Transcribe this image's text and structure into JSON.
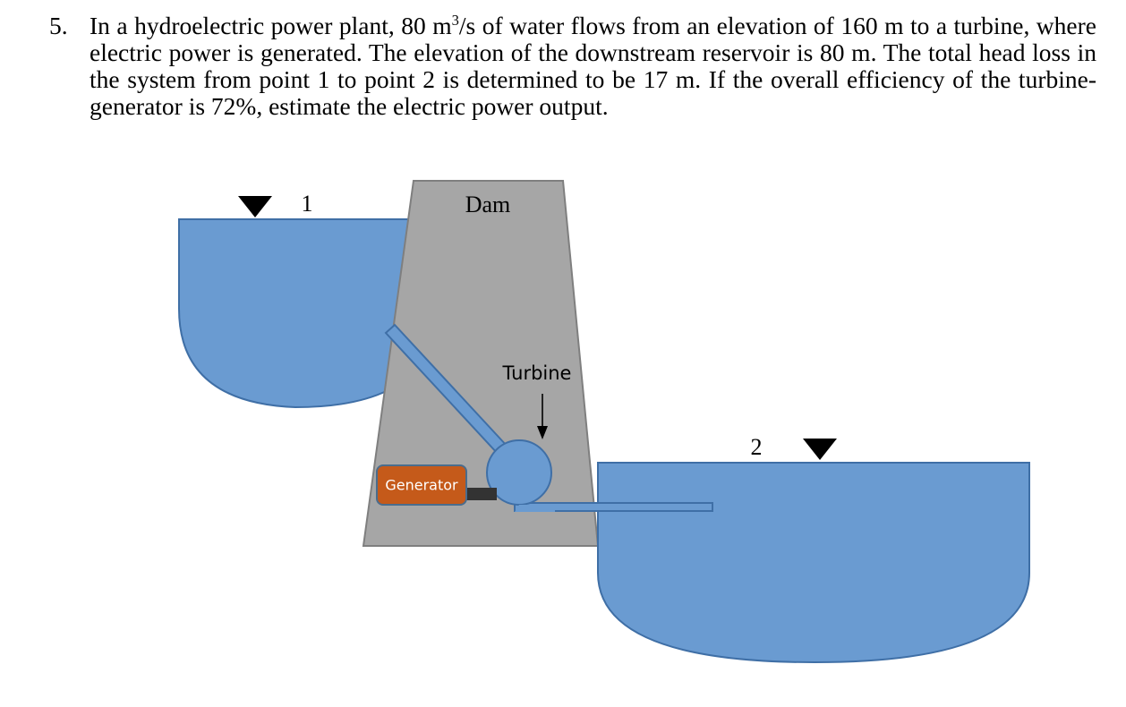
{
  "problem": {
    "number": "5.",
    "text_part1": "In a hydroelectric power plant, 80 m",
    "superscript": "3",
    "text_part2": "/s of water flows from an elevation of 160 m to a turbine, where electric power is generated. The elevation of the downstream reservoir is 80 m. The total head loss in the system from point 1 to point 2 is determined to be 17 m. If the overall efficiency of the turbine-generator is 72%, estimate the electric power output."
  },
  "diagram": {
    "dam_label": "Dam",
    "turbine_label": "Turbine",
    "generator_label": "Generator",
    "point1_label": "1",
    "point2_label": "2",
    "colors": {
      "water": "#6a9bd1",
      "water_stroke": "#3f6fa6",
      "dam": "#a6a6a6",
      "dam_stroke": "#7f7f7f",
      "generator": "#c55a1a",
      "generator_stroke": "#4a6c8c",
      "shaft": "#333333",
      "marker": "#000000"
    }
  }
}
